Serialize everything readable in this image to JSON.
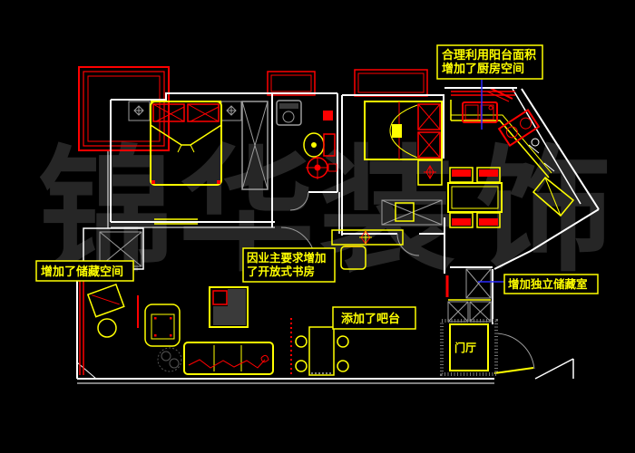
{
  "watermark": {
    "chars": [
      "锦",
      "华",
      "装",
      "饰"
    ],
    "color": "#262626"
  },
  "annotations": {
    "kitchen": {
      "line1": "合理利用阳台面积",
      "line2": "增加了厨房空间"
    },
    "storage_left": {
      "line1": "增加了储藏空间"
    },
    "study": {
      "line1": "因业主要求增加",
      "line2": "了开放式书房"
    },
    "storage_right": {
      "line1": "增加独立储藏室"
    },
    "bar": {
      "line1": "添加了吧台"
    },
    "entry": {
      "label": "门厅"
    }
  },
  "colors": {
    "background": "#000000",
    "wall": "#ffffff",
    "furniture": "#ffff00",
    "accent": "#ff0000",
    "gray": "#9c9c9c",
    "leader": "#2a2aff",
    "watermark": "#262626",
    "callout": "#ffff00"
  }
}
